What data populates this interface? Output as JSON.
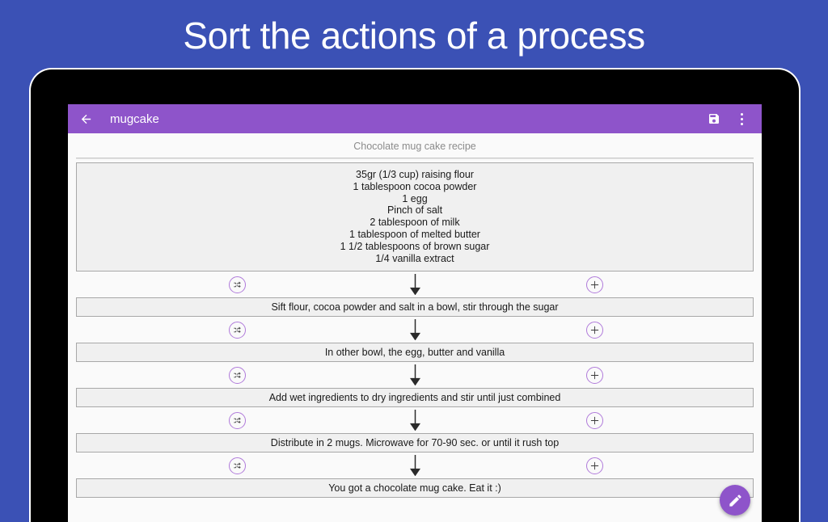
{
  "promo": {
    "headline": "Sort the actions of a process",
    "background_color": "#3b51b5"
  },
  "app": {
    "accent_color": "#8e54ca",
    "toolbar": {
      "back_icon": "arrow-left-icon",
      "title": "mugcake",
      "save_icon": "save-floppy-icon",
      "overflow_icon": "more-vertical-icon"
    },
    "content": {
      "recipe_title": "Chocolate mug cake recipe",
      "ingredients": [
        "35gr (1/3 cup) raising flour",
        "1 tablespoon cocoa powder",
        "1 egg",
        "Pinch of salt",
        "2 tablespoon of milk",
        "1 tablespoon of melted butter",
        "1 1/2 tablespoons of brown sugar",
        "1/4 vanilla extract"
      ],
      "steps": [
        "Sift flour, cocoa powder and salt in a bowl, stir through the sugar",
        "In other bowl, the egg, butter and vanilla",
        "Add wet ingredients to dry ingredients and stir until just combined",
        "Distribute in 2 mugs. Microwave for 70-90 sec. or until it rush top",
        "You got a chocolate mug cake. Eat it :)"
      ],
      "connector": {
        "shuffle_icon": "shuffle-icon",
        "arrow_icon": "arrow-down-icon",
        "add_icon": "plus-icon",
        "icon_outline_color": "#b07ada"
      }
    },
    "fab": {
      "icon": "pencil-edit-icon",
      "color": "#8e54ca"
    }
  }
}
